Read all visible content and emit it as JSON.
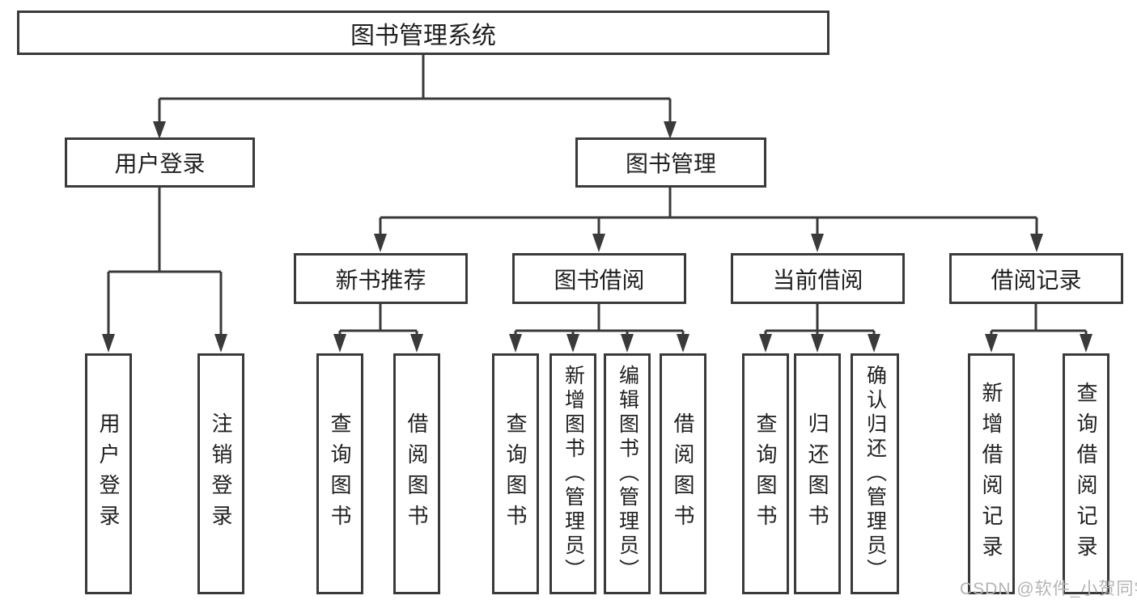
{
  "diagram": {
    "root": {
      "label": "图书管理系统"
    },
    "branches": [
      {
        "label": "用户登录",
        "children": [
          {
            "label": "用户登录"
          },
          {
            "label": "注销登录"
          }
        ]
      },
      {
        "label": "图书管理",
        "children": [
          {
            "label": "新书推荐",
            "children": [
              {
                "label": "查询图书"
              },
              {
                "label": "借阅图书"
              }
            ]
          },
          {
            "label": "图书借阅",
            "children": [
              {
                "label": "查询图书"
              },
              {
                "label": "新增图书（管理员）"
              },
              {
                "label": "编辑图书（管理员）"
              },
              {
                "label": "借阅图书"
              }
            ]
          },
          {
            "label": "当前借阅",
            "children": [
              {
                "label": "查询图书"
              },
              {
                "label": "归还图书"
              },
              {
                "label": "确认归还（管理员）"
              }
            ]
          },
          {
            "label": "借阅记录",
            "children": [
              {
                "label": "新增借阅记录"
              },
              {
                "label": "查询借阅记录"
              }
            ]
          }
        ]
      }
    ]
  },
  "watermark": "CSDN @软件_小贺同学",
  "colors": {
    "line": "#3a3a3a",
    "text": "#1f1f1f",
    "watermark": "#b4b4b4",
    "background": "#ffffff"
  }
}
